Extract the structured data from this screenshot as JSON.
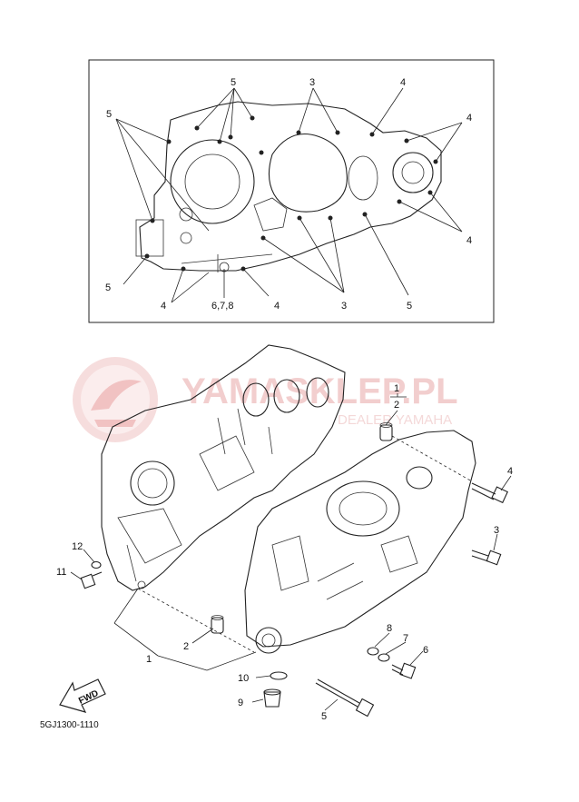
{
  "watermark": {
    "brand": "YAMASKLEP.PL",
    "subtitle": "DEALER YAMAHA"
  },
  "inset": {
    "callouts": [
      {
        "id": "i5a",
        "text": "5"
      },
      {
        "id": "i3a",
        "text": "3"
      },
      {
        "id": "i4a",
        "text": "4"
      },
      {
        "id": "i5b",
        "text": "5"
      },
      {
        "id": "i4b",
        "text": "4"
      },
      {
        "id": "i4c",
        "text": "4"
      },
      {
        "id": "i5c",
        "text": "5"
      },
      {
        "id": "i4d",
        "text": "4"
      },
      {
        "id": "i678",
        "text": "6,7,8"
      },
      {
        "id": "i4e",
        "text": "4"
      },
      {
        "id": "i3b",
        "text": "3"
      },
      {
        "id": "i5d",
        "text": "5"
      }
    ]
  },
  "main": {
    "callouts": [
      {
        "id": "m1a",
        "text": "1"
      },
      {
        "id": "m2a",
        "text": "2"
      },
      {
        "id": "m4",
        "text": "4"
      },
      {
        "id": "m3",
        "text": "3"
      },
      {
        "id": "m12",
        "text": "12"
      },
      {
        "id": "m11",
        "text": "11"
      },
      {
        "id": "m8",
        "text": "8"
      },
      {
        "id": "m7",
        "text": "7"
      },
      {
        "id": "m6",
        "text": "6"
      },
      {
        "id": "m2b",
        "text": "2"
      },
      {
        "id": "m1b",
        "text": "1"
      },
      {
        "id": "m10",
        "text": "10"
      },
      {
        "id": "m9",
        "text": "9"
      },
      {
        "id": "m5",
        "text": "5"
      }
    ],
    "fwd_label": "FWD"
  },
  "diagram_code": "5GJ1300-1110"
}
